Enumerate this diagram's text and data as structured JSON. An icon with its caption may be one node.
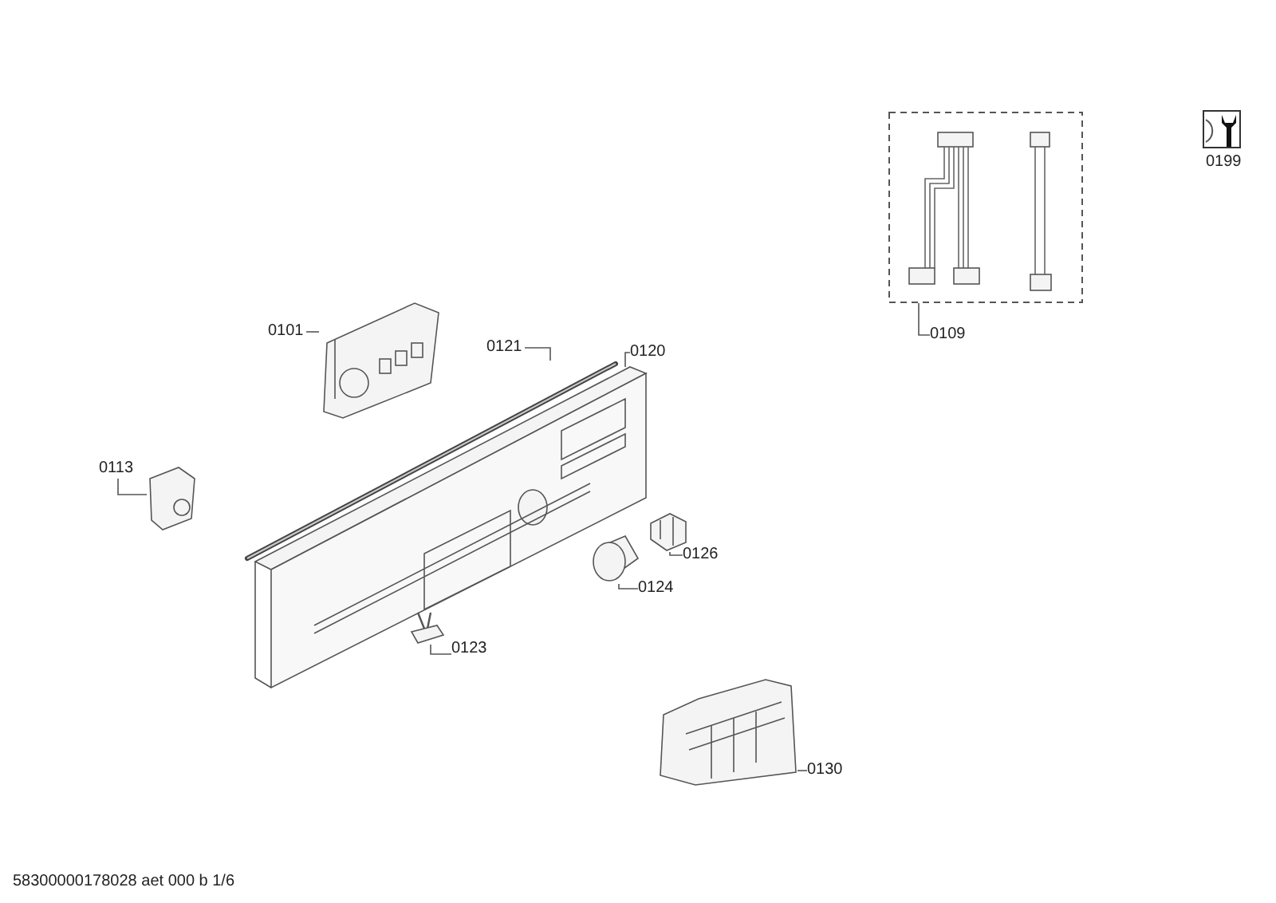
{
  "diagram": {
    "nodes": [
      {
        "text": [
          "0109"
        ]
      },
      {
        "text": [],
        "shape": "picture"
      },
      {
        "text": [
          "0101"
        ]
      },
      {
        "text": [],
        "shape": "picture"
      },
      {
        "text": [
          "0120"
        ]
      },
      {
        "text": [],
        "shape": "picture"
      },
      {
        "text": [
          "0121"
        ]
      },
      {
        "text": [],
        "shape": "picture"
      },
      {
        "text": [
          "0113"
        ]
      },
      {
        "text": [],
        "shape": "picture"
      },
      {
        "text": [
          "0126"
        ]
      },
      {
        "text": [],
        "shape": "picture"
      },
      {
        "text": [
          "0124"
        ]
      },
      {
        "text": [],
        "shape": "picture"
      },
      {
        "text": [
          "0123"
        ]
      },
      {
        "text": [],
        "shape": "picture"
      },
      {
        "text": [
          "0130"
        ]
      },
      {
        "text": [],
        "shape": "picture"
      }
    ],
    "edges": [
      {
        "from": 0,
        "to": 1,
        "arrow": "none"
      },
      {
        "from": 2,
        "to": 3,
        "arrow": "none"
      },
      {
        "from": 4,
        "to": 5,
        "arrow": "none"
      },
      {
        "from": 6,
        "to": 7,
        "arrow": "none"
      },
      {
        "from": 8,
        "to": 9,
        "arrow": "none"
      },
      {
        "from": 10,
        "to": 11,
        "arrow": "none"
      },
      {
        "from": 12,
        "to": 13,
        "arrow": "none"
      },
      {
        "from": 14,
        "to": 15,
        "arrow": "none"
      },
      {
        "from": 16,
        "to": 17,
        "arrow": "none"
      }
    ],
    "labels": [
      "0199",
      "58300000178028 aet 000 b 1/6"
    ]
  }
}
